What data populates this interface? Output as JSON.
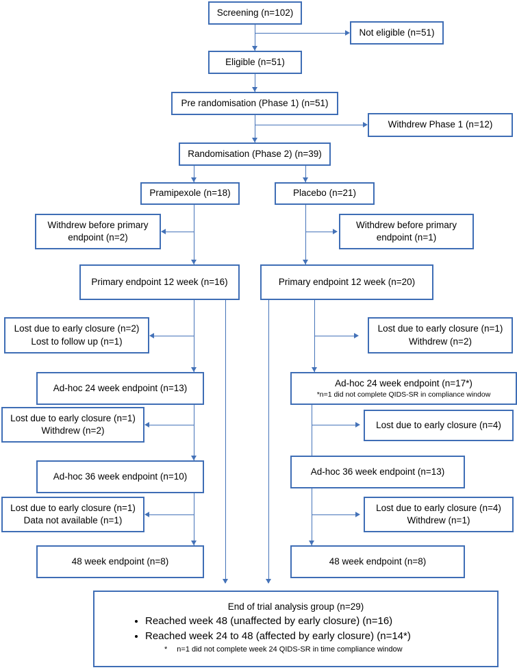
{
  "diagram": {
    "type": "consort-flow-diagram",
    "accent_color": "#3E6DB5",
    "connector_color": "#4472B8",
    "background": "#ffffff"
  },
  "nodes": {
    "screening": "Screening (n=102)",
    "not_eligible": "Not eligible (n=51)",
    "eligible": "Eligible (n=51)",
    "pre_randomisation": "Pre randomisation (Phase 1) (n=51)",
    "withdrew_phase1": "Withdrew Phase 1 (n=12)",
    "randomisation": "Randomisation (Phase 2) (n=39)",
    "pramipexole": "Pramipexole (n=18)",
    "placebo": "Placebo (n=21)",
    "left_withdrew_primary_l1": "Withdrew before primary",
    "left_withdrew_primary_l2": "endpoint (n=2)",
    "right_withdrew_primary_l1": "Withdrew before primary",
    "right_withdrew_primary_l2": "endpoint (n=1)",
    "left_primary_endpoint": "Primary endpoint 12 week (n=16)",
    "right_primary_endpoint": "Primary endpoint 12 week (n=20)",
    "left_loss_12_l1": "Lost due to early closure (n=2)",
    "left_loss_12_l2": "Lost to follow up (n=1)",
    "right_loss_12_l1": "Lost due to early closure (n=1)",
    "right_loss_12_l2": "Withdrew (n=2)",
    "left_24_endpoint": "Ad-hoc 24 week endpoint (n=13)",
    "right_24_endpoint": "Ad-hoc 24 week endpoint (n=17*)",
    "right_24_note": "*n=1 did not complete QIDS-SR in compliance window",
    "left_loss_24_l1": "Lost due to early closure (n=1)",
    "left_loss_24_l2": "Withdrew (n=2)",
    "right_loss_24_l1": "Lost due to early closure (n=4)",
    "left_36_endpoint": "Ad-hoc 36 week endpoint (n=10)",
    "right_36_endpoint": "Ad-hoc 36 week endpoint (n=13)",
    "left_loss_36_l1": "Lost due to early closure (n=1)",
    "left_loss_36_l2": "Data not available (n=1)",
    "right_loss_36_l1": "Lost due to early closure (n=4)",
    "right_loss_36_l2": "Withdrew (n=1)",
    "left_48_endpoint": "48 week endpoint (n=8)",
    "right_48_endpoint": "48 week endpoint (n=8)"
  },
  "final": {
    "title": "End of trial analysis group (n=29)",
    "bullets": [
      "Reached week 48 (unaffected by early closure) (n=16)",
      "Reached week 24 to 48 (affected by early closure) (n=14*)"
    ],
    "note_star": "*",
    "note_text": "n=1 did not complete week 24 QIDS-SR in time compliance window"
  }
}
